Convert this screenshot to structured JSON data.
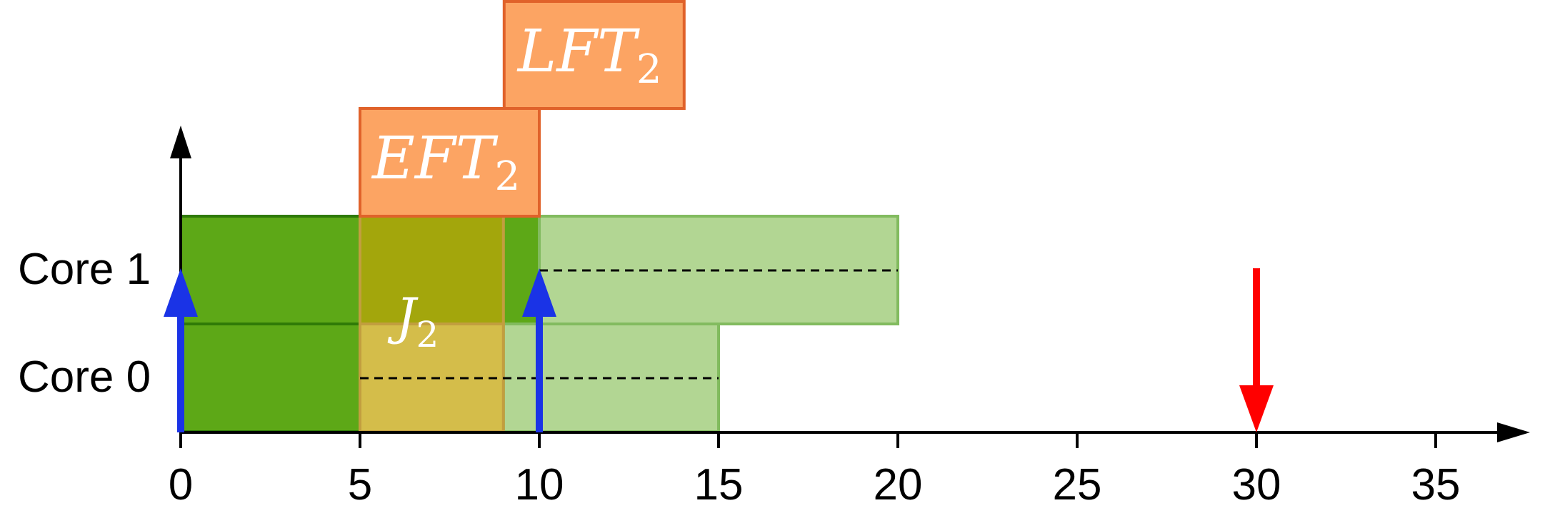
{
  "diagram": {
    "type": "gantt-schedule",
    "x_axis": {
      "ticks": [
        "0",
        "5",
        "10",
        "15",
        "20",
        "25",
        "30",
        "35"
      ],
      "tick_values": [
        0,
        5,
        10,
        15,
        20,
        25,
        30,
        35
      ],
      "range": [
        0,
        37.5
      ]
    },
    "rows": [
      {
        "label": "Core 1",
        "index": 1
      },
      {
        "label": "Core 0",
        "index": 0
      }
    ],
    "blocks": [
      {
        "name": "core1-busy-block",
        "row": 1,
        "start": 0,
        "end": 10,
        "color": "#5da817"
      },
      {
        "name": "core1-future-block",
        "row": 1,
        "start": 10,
        "end": 20,
        "color": "#b2d693"
      },
      {
        "name": "core0-busy-block",
        "row": 0,
        "start": 0,
        "end": 5,
        "color": "#5da817"
      },
      {
        "name": "core0-future-block",
        "row": 0,
        "start": 9,
        "end": 15,
        "color": "#b2d693"
      },
      {
        "name": "core0-j2-block",
        "row": 0,
        "start": 5,
        "end": 9,
        "color": "#d4bd4a"
      },
      {
        "name": "core1-j2-overlap-block",
        "row": 1,
        "start": 5,
        "end": 9,
        "color": "#a3a60c"
      }
    ],
    "dashed_lines": [
      {
        "row": 1,
        "start": 10,
        "end": 20
      },
      {
        "row": 0,
        "start": 5,
        "end": 15
      }
    ],
    "job_label": {
      "base": "J",
      "sub": "2"
    },
    "eft_box": {
      "base": "EFT",
      "sub": "2",
      "start": 5,
      "end": 10,
      "color": "#fca463"
    },
    "lft_box": {
      "base": "LFT",
      "sub": "2",
      "start": 9,
      "end": 14,
      "color": "#fca463"
    },
    "release_arrows": [
      0,
      10
    ],
    "deadline_arrow": 30,
    "colors": {
      "release": "#1a33e6",
      "deadline": "#ff0000",
      "axis": "#000000"
    }
  }
}
